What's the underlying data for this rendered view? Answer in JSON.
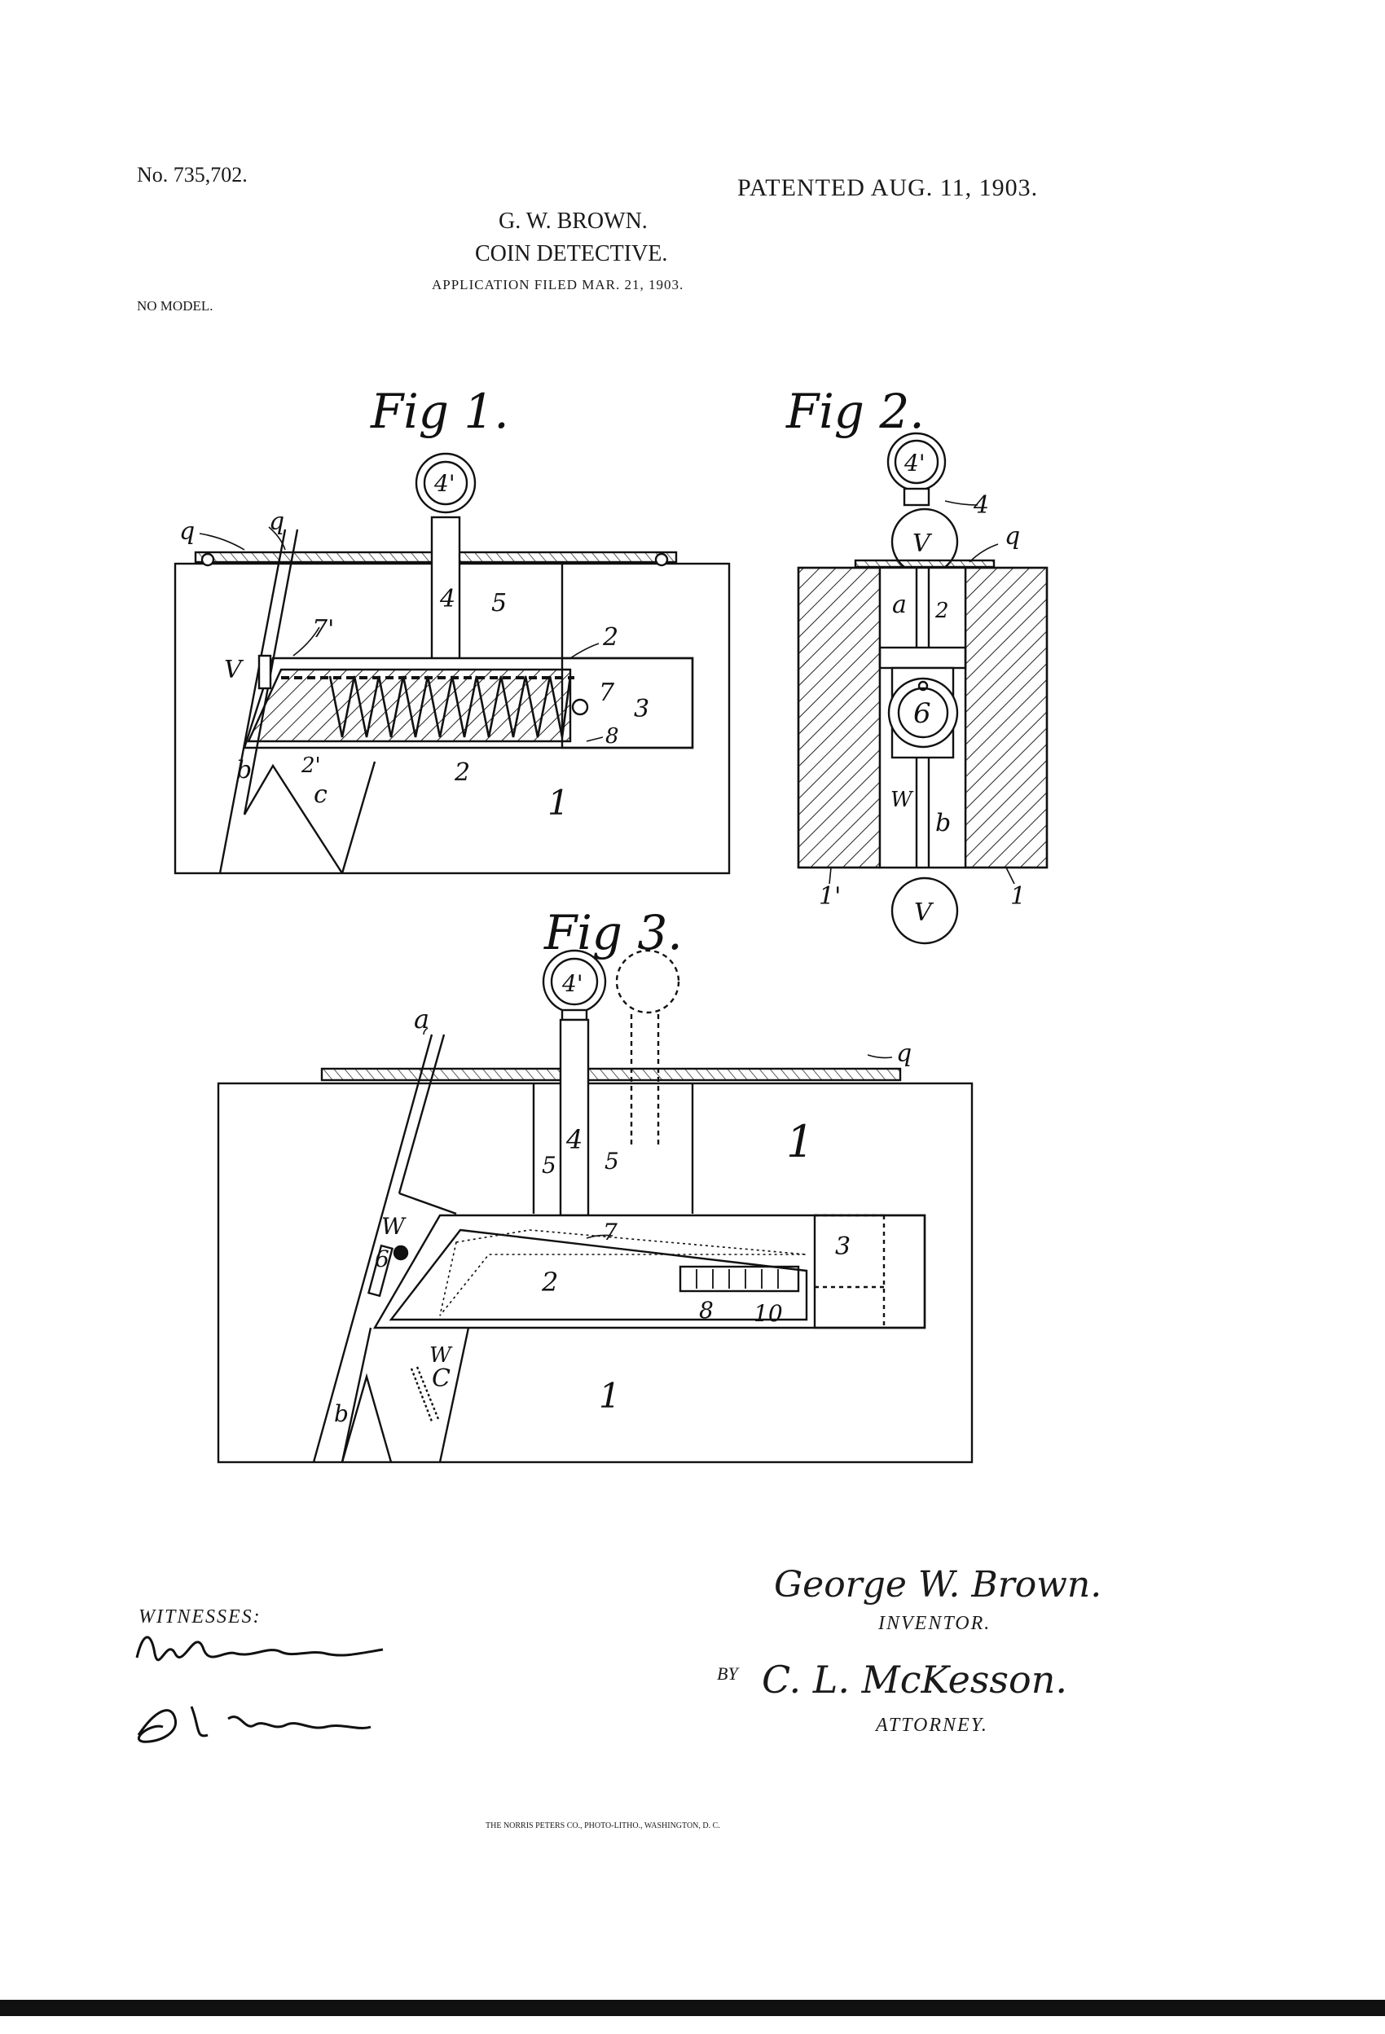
{
  "header": {
    "patent_number": "No. 735,702.",
    "patented_date": "PATENTED AUG. 11, 1903.",
    "inventor_name": "G. W. BROWN.",
    "title": "COIN DETECTIVE.",
    "application": "APPLICATION FILED MAR. 21, 1903.",
    "model": "NO MODEL."
  },
  "figures": {
    "fig1": {
      "caption": "Fig 1.",
      "labels": [
        "4'",
        "q",
        "q",
        "4",
        "5",
        "2",
        "7'",
        "V",
        "7",
        "3",
        "8",
        "2'",
        "b",
        "c",
        "2",
        "1"
      ]
    },
    "fig2": {
      "caption": "Fig 2.",
      "labels": [
        "4'",
        "4",
        "V",
        "q",
        "a",
        "2",
        "6",
        "W",
        "b",
        "1'",
        "1",
        "V"
      ]
    },
    "fig3": {
      "caption": "Fig 3.",
      "labels": [
        "4'",
        "a",
        "q",
        "1",
        "4",
        "5",
        "5",
        "W",
        "6",
        "7",
        "3",
        "2",
        "8",
        "10",
        "W",
        "C",
        "b",
        "1"
      ]
    }
  },
  "footer": {
    "witnesses_label": "WITNESSES:",
    "inventor_signature": "George W. Brown.",
    "inventor_label": "INVENTOR.",
    "by_label": "BY",
    "attorney_signature": "C. L. McKesson.",
    "attorney_label": "ATTORNEY.",
    "printer_credit": "THE NORRIS PETERS CO., PHOTO-LITHO., WASHINGTON, D. C."
  },
  "colors": {
    "paper": "#ffffff",
    "ink": "#1a1a1a"
  },
  "signatures_as_pictures": [
    "Wm. Grimes",
    "S. C. Little"
  ]
}
